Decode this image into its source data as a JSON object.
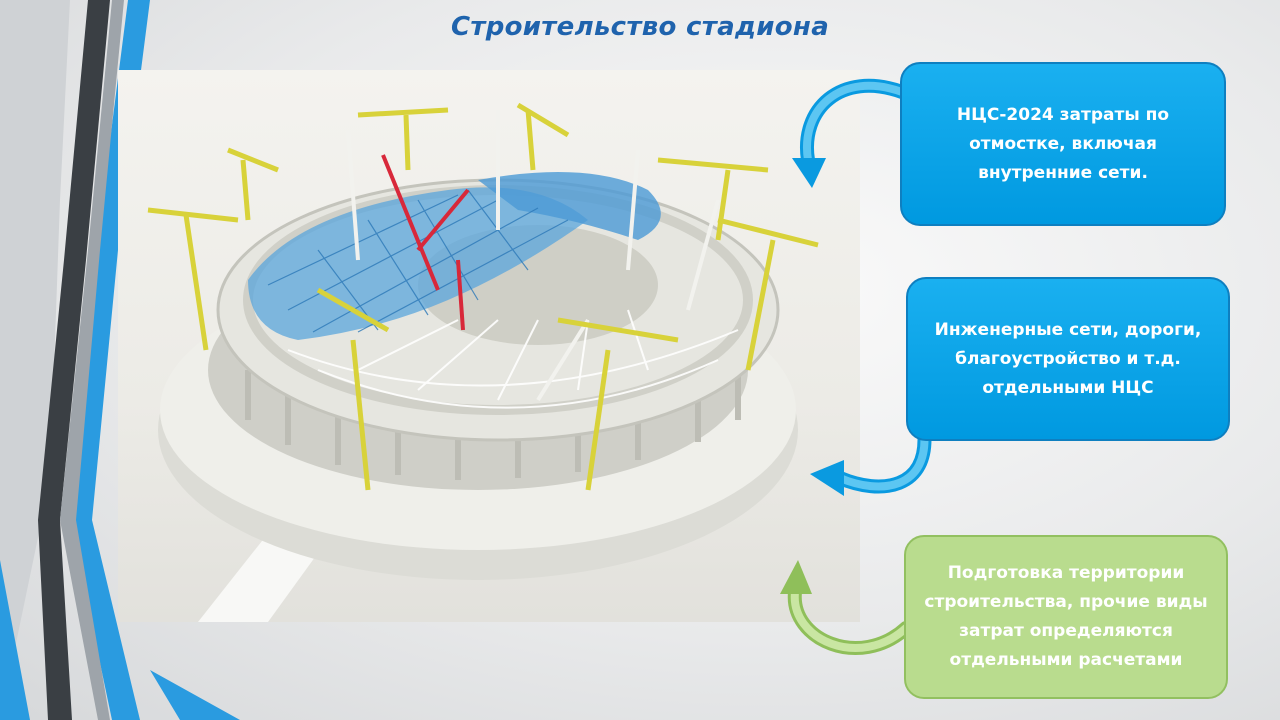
{
  "slide": {
    "title": "Строительство стадиона"
  },
  "callouts": [
    {
      "text": "НЦС-2024 затраты по отмостке, включая внутренние сети.",
      "style": "blue"
    },
    {
      "text": "Инженерные сети, дороги, благоустройство и т.д. отдельными НЦС",
      "style": "blue"
    },
    {
      "text": "Подготовка территории строительства, прочие виды затрат определяются отдельными расчетами",
      "style": "green"
    }
  ],
  "colors": {
    "title": "#1f63ad",
    "callout_blue": "#0aa6ea",
    "callout_green": "#b9dc8e",
    "accent_bar_blue": "#2a9be0",
    "accent_bar_dark": "#3a3f44"
  }
}
